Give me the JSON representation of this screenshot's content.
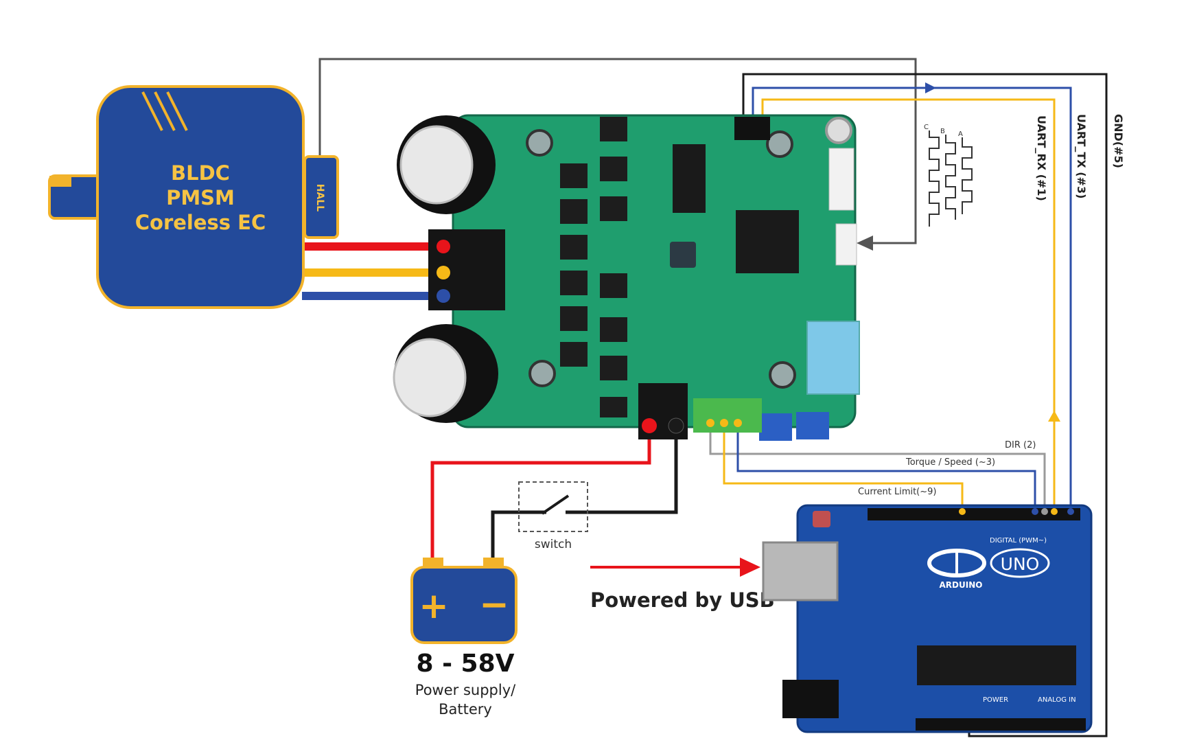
{
  "motor": {
    "line1": "BLDC",
    "line2": "PMSM",
    "line3": "Coreless EC",
    "hall_label": "HALL",
    "fill_color": "#234a9a",
    "outline_color": "#f2b32b"
  },
  "signals": {
    "uart_rx": "UART_RX (#1)",
    "uart_tx": "UART_TX (#3)",
    "gnd": "GND(#5)",
    "dir": "DIR (2)",
    "torque_speed": "Torque / Speed (~3)",
    "current_limit": "Current Limit(~9)"
  },
  "switch_label": "switch",
  "usb_label": "Powered by USB",
  "power": {
    "voltage": "8 - 58V",
    "caption_line1": "Power supply/",
    "caption_line2": "Battery",
    "plus": "+",
    "minus": "−"
  },
  "arduino": {
    "brand": "ARDUINO",
    "model": "UNO",
    "digital_label": "DIGITAL (PWM~)",
    "power_label": "POWER",
    "analog_label": "ANALOG IN"
  },
  "waveform_letters": [
    "C",
    "B",
    "A"
  ],
  "colors": {
    "red_wire": "#e8141b",
    "yellow_wire": "#f6b917",
    "blue_wire": "#2d4fa8",
    "black_wire": "#1a1a1a",
    "grey_wire": "#555555",
    "light_grey_wire": "#9a9a9a",
    "pcb_green": "#1f9e6e",
    "arduino_blue": "#1c4fa8"
  }
}
